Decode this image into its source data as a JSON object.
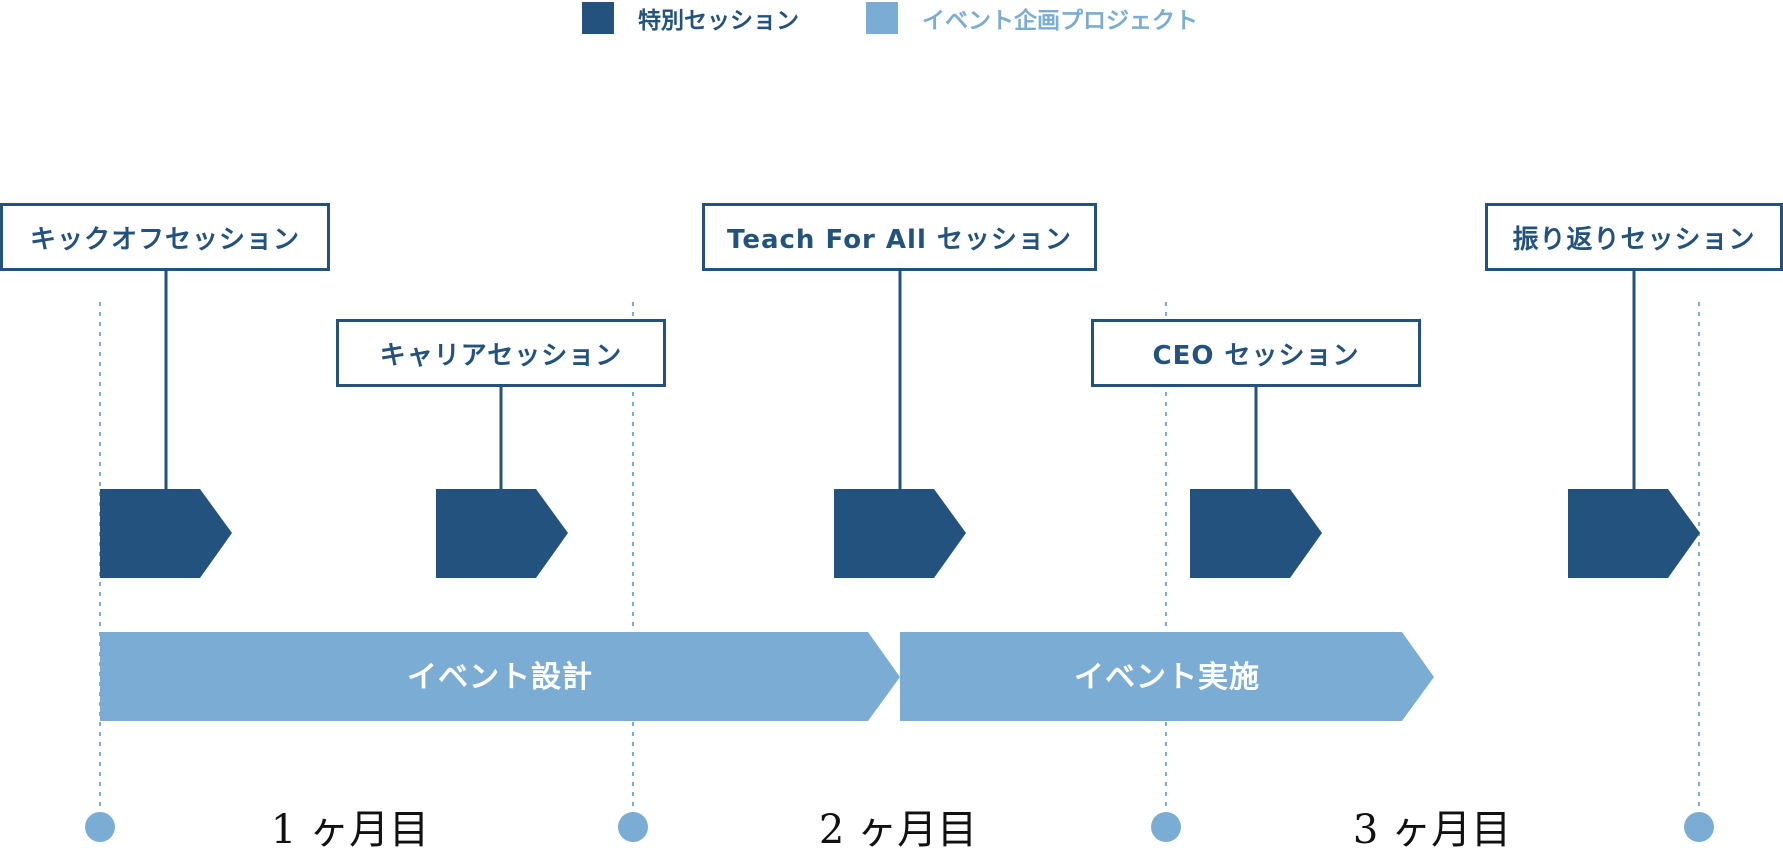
{
  "colors": {
    "dark": "#24527f",
    "light": "#7bacd3",
    "dot": "#7bacd3"
  },
  "legend": {
    "special": {
      "label": "特別セッション",
      "color": "#24527f"
    },
    "project": {
      "label": "イベント企画プロジェクト",
      "color": "#7bacd3"
    }
  },
  "sessions": [
    {
      "label": "キックオフセッション"
    },
    {
      "label": "キャリアセッション"
    },
    {
      "label": "Teach For All セッション"
    },
    {
      "label": "CEO セッション"
    },
    {
      "label": "振り返りセッション"
    }
  ],
  "phases": [
    {
      "label": "イベント設計"
    },
    {
      "label": "イベント実施"
    }
  ],
  "months": [
    {
      "label": "1 ヶ月目"
    },
    {
      "label": "2 ヶ月目"
    },
    {
      "label": "3 ヶ月目"
    }
  ]
}
